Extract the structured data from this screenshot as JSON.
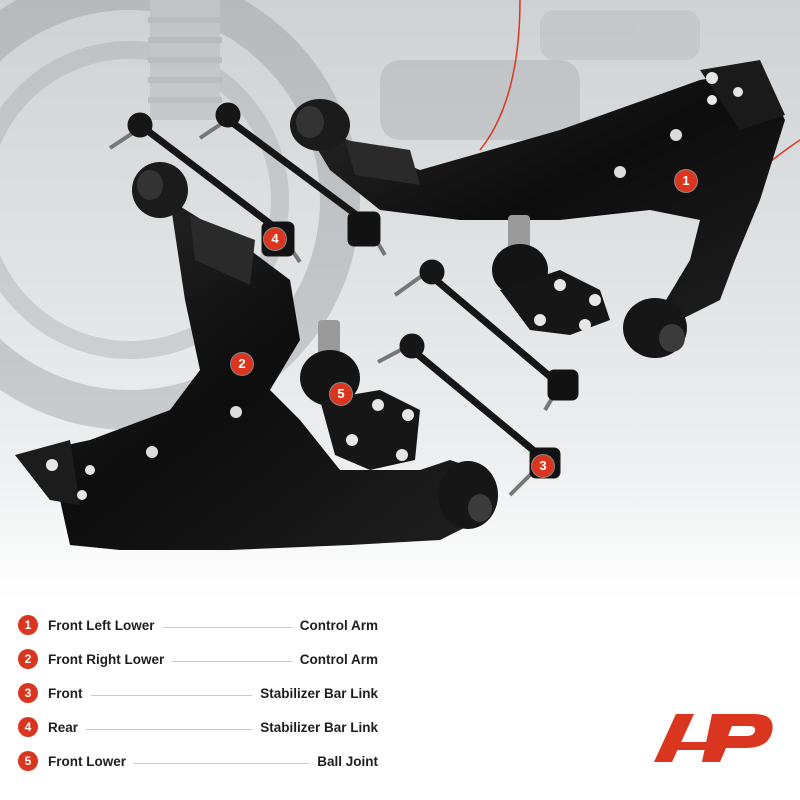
{
  "brand": {
    "accent": "#d9351f",
    "dark": "#151515"
  },
  "markers": [
    "1",
    "2",
    "3",
    "4",
    "5"
  ],
  "legend": [
    {
      "num": "1",
      "left": "Front Left Lower",
      "right": "Control Arm"
    },
    {
      "num": "2",
      "left": "Front Right Lower",
      "right": "Control Arm"
    },
    {
      "num": "3",
      "left": "Front",
      "right": "Stabilizer Bar Link"
    },
    {
      "num": "4",
      "left": "Rear",
      "right": "Stabilizer Bar Link"
    },
    {
      "num": "5",
      "left": "Front Lower",
      "right": "Ball Joint"
    }
  ],
  "logo": {
    "icon": "brand-logo-icon"
  }
}
